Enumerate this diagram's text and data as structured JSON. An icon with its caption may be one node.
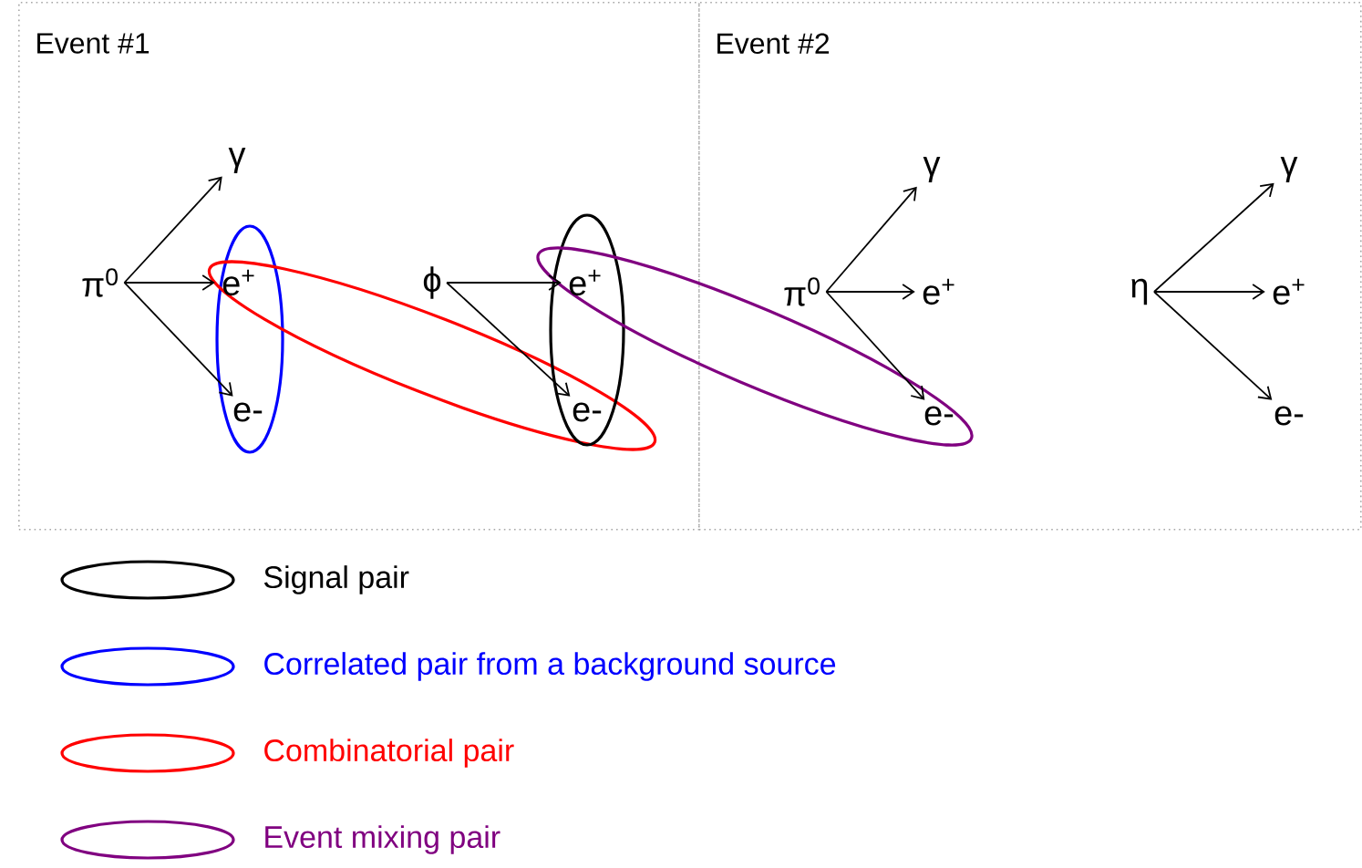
{
  "diagram": {
    "nodes": [
      {
        "text": [
          "Event #1"
        ]
      },
      {
        "text": [
          "Event #2"
        ]
      },
      {
        "text": [
          "π$^{0}$"
        ],
        "in": 0
      },
      {
        "text": [
          "γ"
        ],
        "in": 0
      },
      {
        "text": [
          "e$^{+}$"
        ],
        "in": 0
      },
      {
        "text": [
          "e-"
        ],
        "in": 0
      },
      {
        "text": [
          "ϕ"
        ],
        "in": 0
      },
      {
        "text": [
          "e$^{+}$"
        ],
        "in": 0
      },
      {
        "text": [
          "e-"
        ],
        "in": 0
      },
      {
        "text": [
          "π$^{0}$"
        ],
        "in": 1
      },
      {
        "text": [
          "γ"
        ],
        "in": 1
      },
      {
        "text": [
          "e$^{+}$"
        ],
        "in": 1
      },
      {
        "text": [
          "e-"
        ],
        "in": 1
      },
      {
        "text": [
          "η"
        ],
        "in": 1
      },
      {
        "text": [
          "γ"
        ],
        "in": 1
      },
      {
        "text": [
          "e$^{+}$"
        ],
        "in": 1
      },
      {
        "text": [
          "e-"
        ],
        "in": 1
      }
    ],
    "edges": [
      {
        "from": 2,
        "to": 3,
        "arrow": "to"
      },
      {
        "from": 2,
        "to": 4,
        "arrow": "to"
      },
      {
        "from": 2,
        "to": 5,
        "arrow": "to"
      },
      {
        "from": 6,
        "to": 7,
        "arrow": "to"
      },
      {
        "from": 6,
        "to": 8,
        "arrow": "to"
      },
      {
        "from": 9,
        "to": 10,
        "arrow": "to"
      },
      {
        "from": 9,
        "to": 11,
        "arrow": "to"
      },
      {
        "from": 9,
        "to": 12,
        "arrow": "to"
      },
      {
        "from": 13,
        "to": 14,
        "arrow": "to"
      },
      {
        "from": 13,
        "to": 15,
        "arrow": "to"
      },
      {
        "from": 13,
        "to": 16,
        "arrow": "to"
      }
    ],
    "legend": [
      {
        "text": "Signal pair",
        "color": "#000000"
      },
      {
        "text": "Correlated pair from a background source",
        "color": "#0000ff"
      },
      {
        "text": "Combinatorial pair",
        "color": "#ff0000"
      },
      {
        "text": "Event mixing pair",
        "color": "#800080"
      }
    ]
  }
}
